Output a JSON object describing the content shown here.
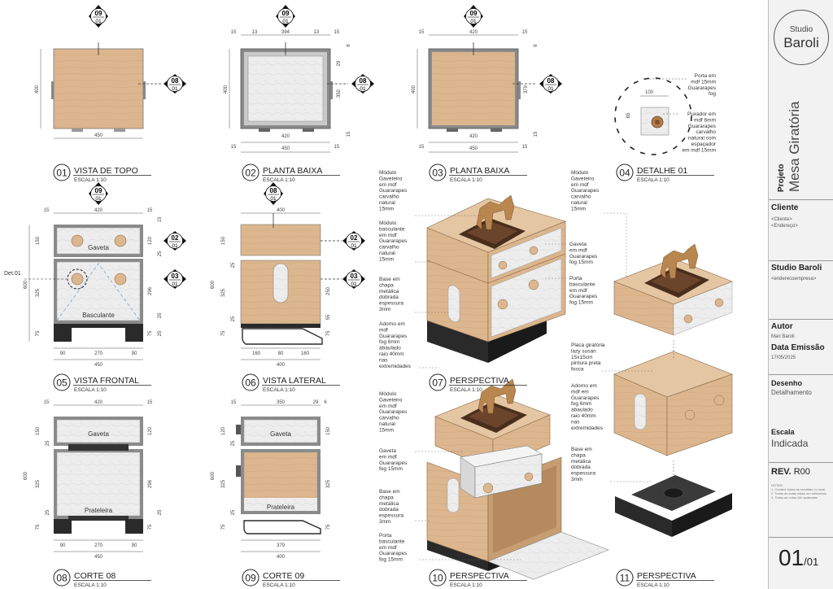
{
  "title_block": {
    "logo_line1": "Studio",
    "logo_line2": "Baroli",
    "project_label": "Projeto",
    "project_name": "Mesa Giratória",
    "client_label": "Cliente",
    "client_value": "<Cliente>",
    "client_address": "<Endereço>",
    "studio_name": "Studio Baroli",
    "studio_address": "<enderecoempresa>",
    "author_label": "Autor",
    "author_value": "Mari Baroli",
    "date_label": "Data Emissão",
    "date_value": "17/05/2025",
    "drawing_label": "Desenho",
    "drawing_value": "Detalhamento",
    "scale_label": "Escala",
    "scale_value": "Indicada",
    "rev_label": "REV.",
    "rev_value": "R00",
    "notes": [
      "NOTAS:",
      "1. Conferir todas as medidas no local",
      "2. Todas as cotas estão em milímetros",
      "3. Todas as cotas são acabadas"
    ],
    "page_num": "01",
    "page_total": "/01"
  },
  "views": [
    {
      "num": "01",
      "title": "VISTA DE TOPO",
      "scale": "ESCALA 1:10"
    },
    {
      "num": "02",
      "title": "PLANTA BAIXA",
      "scale": "ESCALA 1:10"
    },
    {
      "num": "03",
      "title": "PLANTA BAIXA",
      "scale": "ESCALA 1:10"
    },
    {
      "num": "04",
      "title": "DETALHE 01",
      "scale": "ESCALA 1:10"
    },
    {
      "num": "05",
      "title": "VISTA FRONTAL",
      "scale": "ESCALA 1:10"
    },
    {
      "num": "06",
      "title": "VISTA LATERAL",
      "scale": "ESCALA 1:10"
    },
    {
      "num": "07",
      "title": "PERSPECTIVA",
      "scale": "ESCALA 1:10"
    },
    {
      "num": "08",
      "title": "CORTE 08",
      "scale": "ESCALA 1:10"
    },
    {
      "num": "09",
      "title": "CORTE 09",
      "scale": "ESCALA 1:10"
    },
    {
      "num": "10",
      "title": "PERSPECTIVA",
      "scale": "ESCALA 1:10"
    },
    {
      "num": "11",
      "title": "PERSPECTIVA",
      "scale": "ESCALA 1:10"
    }
  ],
  "markers": {
    "m09": "09",
    "m08": "08",
    "m02": "02",
    "m03": "03",
    "sub": "01"
  },
  "labels": {
    "gaveta": "Gaveta",
    "basculante": "Basculante",
    "prateleira": "Prateleira",
    "det01": "Det.01"
  },
  "dims": {
    "d450": "450",
    "d420": "420",
    "d400": "400",
    "d394": "394",
    "d379": "379",
    "d350": "350",
    "d15": "15",
    "d13": "13",
    "d6": "6",
    "d29": "29",
    "d600": "600",
    "d325": "325",
    "d150": "150",
    "d75": "75",
    "d25": "25",
    "d120": "120",
    "d296": "296",
    "d250": "250",
    "d55": "55",
    "d90": "90",
    "d270": "270",
    "d160": "160",
    "d80": "80",
    "d100": "100",
    "d65": "65"
  },
  "notes_text": {
    "det_porta": [
      "Porta em",
      "mdf 15mm",
      "Guararapes",
      "fog"
    ],
    "det_puxador": [
      "Puxador em",
      "mdf 6mm",
      "Guararapes",
      "carvalho",
      "natural com",
      "espaçador",
      "em mdf 15mm"
    ],
    "p07_gaveteiro": [
      "Módulo",
      "Gaveteiro",
      "em mdf",
      "Guararapes",
      "carvalho",
      "natural",
      "15mm"
    ],
    "p07_basculante": [
      "Módulo",
      "basculante",
      "em mdf",
      "Guararapes",
      "carvalho",
      "natural",
      "15mm"
    ],
    "p07_base": [
      "Base em",
      "chapa",
      "metálica",
      "dobrada",
      "espessura",
      "3mm"
    ],
    "p07_adorno": [
      "Adorno em",
      "mdf",
      "Guararapes",
      "fog 6mm",
      "abaulado",
      "raio 40mm",
      "nas",
      "extremidades"
    ],
    "p07_gaveta": [
      "Gaveta",
      "em mdf",
      "Guararapes",
      "fog 15mm"
    ],
    "p07_porta": [
      "Porta",
      "basculante",
      "em mdf",
      "Guararapes",
      "fog 15mm"
    ],
    "p10_gaveteiro": [
      "Módulo",
      "Gaveteiro",
      "em mdf",
      "Guararapes",
      "carvalho",
      "natural",
      "15mm"
    ],
    "p10_gaveta": [
      "Gaveta",
      "em mdf",
      "Guararapes",
      "fog 15mm"
    ],
    "p10_base": [
      "Base em",
      "chapa",
      "metálica",
      "dobrada",
      "espessura",
      "3mm"
    ],
    "p10_porta": [
      "Porta",
      "basculante",
      "em mdf",
      "Guararapes",
      "fog 15mm"
    ],
    "p11_gaveteiro": [
      "Módulo",
      "Gaveteiro",
      "em mdf",
      "Guararapes",
      "carvalho",
      "natural",
      "15mm"
    ],
    "p11_placa": [
      "Placa giratória",
      "lazy susan",
      "15x15cm",
      "pintura preta",
      "fosca"
    ],
    "p11_adorno": [
      "Adorno em",
      "mdf em",
      "Guararapes",
      "fog 6mm",
      "abaulado",
      "raio 40mm",
      "nas",
      "extremidades"
    ],
    "p11_base": [
      "Base em",
      "chapa",
      "metálica",
      "dobrada",
      "espessura",
      "3mm"
    ]
  },
  "colors": {
    "wood": "#dcb68e",
    "wood_dark": "#c79e72",
    "white_panel": "#ececec",
    "frame": "#6b6b6b",
    "metal": "#2a2a2a",
    "sculpture": "#b8864e",
    "line": "#444444"
  }
}
